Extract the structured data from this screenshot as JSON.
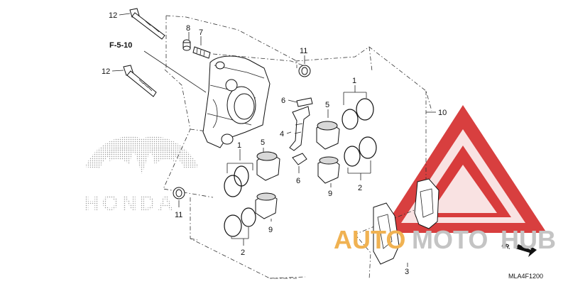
{
  "diagram": {
    "reference": "F-5-10",
    "code": "MLA4F1200",
    "direction": "FR.",
    "callouts": [
      {
        "id": "c12a",
        "text": "12"
      },
      {
        "id": "c8",
        "text": "8"
      },
      {
        "id": "c7",
        "text": "7"
      },
      {
        "id": "c12b",
        "text": "12"
      },
      {
        "id": "c11a",
        "text": "11"
      },
      {
        "id": "c6a",
        "text": "6"
      },
      {
        "id": "c4",
        "text": "4"
      },
      {
        "id": "c5a",
        "text": "5"
      },
      {
        "id": "c1a",
        "text": "1"
      },
      {
        "id": "c5b",
        "text": "5"
      },
      {
        "id": "c1b",
        "text": "1"
      },
      {
        "id": "c10",
        "text": "10"
      },
      {
        "id": "c6b",
        "text": "6"
      },
      {
        "id": "c9a",
        "text": "9"
      },
      {
        "id": "c2a",
        "text": "2"
      },
      {
        "id": "c11b",
        "text": "11"
      },
      {
        "id": "c9b",
        "text": "9"
      },
      {
        "id": "c2b",
        "text": "2"
      },
      {
        "id": "c3",
        "text": "3"
      }
    ]
  },
  "watermarks": {
    "brand_left": "HONDA",
    "brand_right_a": "AUTO",
    "brand_right_b": "MOTO",
    "brand_right_c": "HUB",
    "colors": {
      "red": "#d42a2a",
      "orange": "#f0b252",
      "gray": "#c4c4c4"
    }
  }
}
